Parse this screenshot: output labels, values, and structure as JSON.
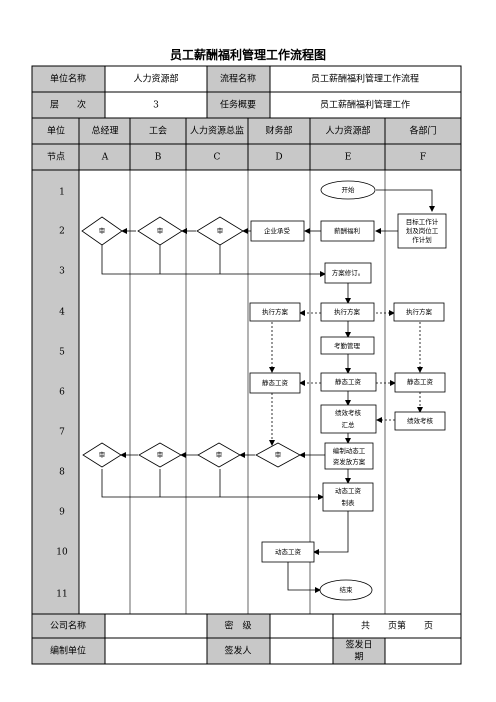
{
  "title": "员工薪酬福利管理工作流程图",
  "header": {
    "unit_label": "单位名称",
    "unit_value": "人力资源部",
    "process_label": "流程名称",
    "process_value": "员工薪酬福利管理工作流程",
    "level_label": "层　　次",
    "level_value": "3",
    "task_label": "任务概要",
    "task_value": "员工薪酬福利管理工作"
  },
  "columns": {
    "unit": "单位",
    "node": "节点",
    "depts": [
      "总经理",
      "工会",
      "人力资源总监",
      "财务部",
      "人力资源部",
      "各部门"
    ],
    "letters": [
      "A",
      "B",
      "C",
      "D",
      "E",
      "F"
    ]
  },
  "rows": [
    "1",
    "2",
    "3",
    "4",
    "5",
    "6",
    "7",
    "8",
    "9",
    "10",
    "11"
  ],
  "shapes": {
    "start": "开始",
    "target_plan": [
      "目标工作计",
      "划及岗位工",
      "作计划"
    ],
    "comp_welfare": "薪酬福利",
    "enterprise_bear": "企业承受",
    "review": "审",
    "plan_revise": "方案修订。",
    "exec_plan": "执行方案",
    "attendance": "考勤管理",
    "static_wage": "静态工资",
    "perf_summary": [
      "绩效考核",
      "汇总"
    ],
    "perf_eval": "绩效考核",
    "dynamic_plan": [
      "编制动态工",
      "资发放方案"
    ],
    "dynamic_table": [
      "动态工资",
      "制表"
    ],
    "dynamic_wage": "动态工资",
    "end": "结束"
  },
  "footer": {
    "company_label": "公司名称",
    "secret_label": "密　级",
    "pages": "共　　页第　　页",
    "editor_label": "编制单位",
    "signer_label": "签发人",
    "date_label": [
      "签发日",
      "期"
    ]
  }
}
